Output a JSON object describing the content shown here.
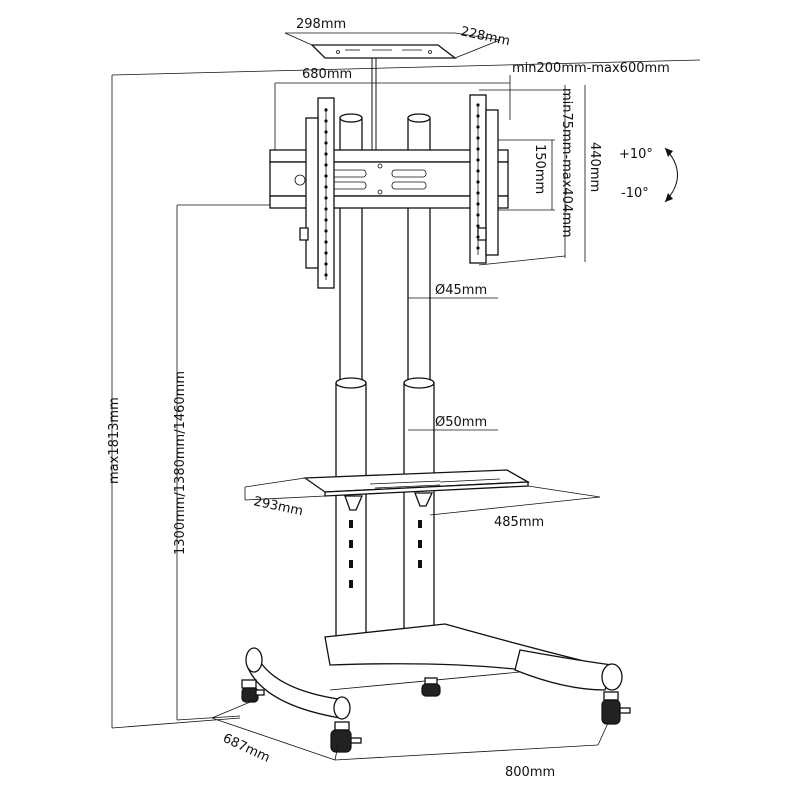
{
  "dimensions": {
    "top_plate_width": "298mm",
    "top_plate_depth": "228mm",
    "mount_width": "680mm",
    "vesa_horizontal": "min200mm-max600mm",
    "vesa_vertical": "min75mm-max404mm",
    "bracket_height": "150mm",
    "mount_height": "440mm",
    "tilt_up": "+10°",
    "tilt_down": "-10°",
    "upper_pole_diameter": "Ø45mm",
    "lower_pole_diameter": "Ø50mm",
    "shelf_depth": "293mm",
    "shelf_width": "485mm",
    "max_height": "max1813mm",
    "height_options": "1300mm/1380mm/1460mm",
    "base_depth": "687mm",
    "base_width": "800mm"
  },
  "colors": {
    "line": "#111111",
    "fill": "#ffffff",
    "dark": "#222222"
  }
}
